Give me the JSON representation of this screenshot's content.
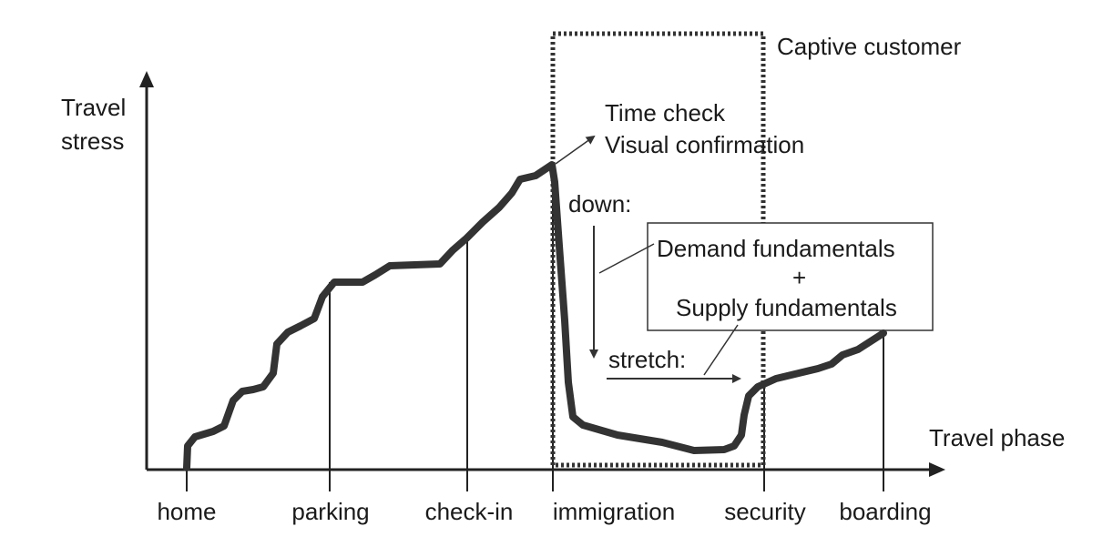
{
  "axes": {
    "y_label_line1": "Travel",
    "y_label_line2": "stress",
    "x_label": "Travel phase"
  },
  "phases": [
    "home",
    "parking",
    "check-in",
    "immigration",
    "security",
    "boarding"
  ],
  "captive_label": "Captive customer",
  "peak_note": {
    "line1": "Time check",
    "line2": "Visual confirmation"
  },
  "down_label": "down:",
  "stretch_label": "stretch:",
  "fundamentals": {
    "demand": "Demand fundamentals",
    "plus": "+",
    "supply": "Supply fundamentals"
  }
}
